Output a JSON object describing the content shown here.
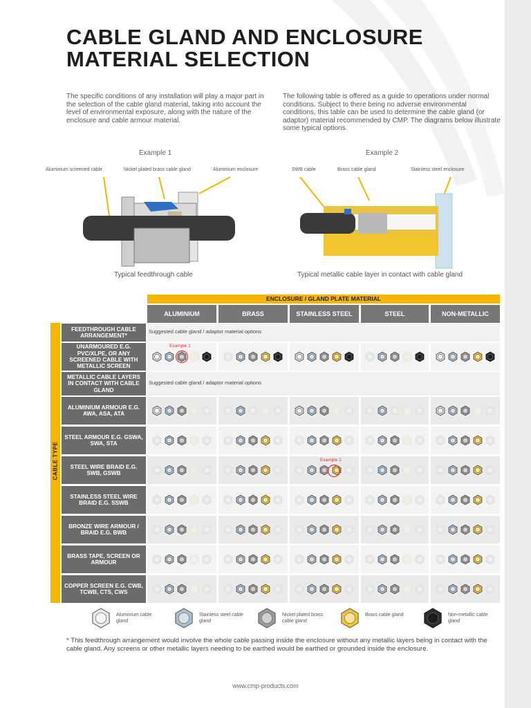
{
  "title_line1": "CABLE GLAND AND ENCLOSURE",
  "title_line2": "MATERIAL SELECTION",
  "intro_left": "The specific conditions of any installation will play a major part in the selection of the cable gland material, taking into account the level of environmental exposure, along with the nature of the enclosure and cable armour material.",
  "intro_right": "The following table is offered as a guide to operations under normal conditions. Subject to there being no adverse environmental conditions, this table can be used to determine the cable gland (or adaptor) material recommended by CMP. The diagrams below illustrate some typical options.",
  "example1": {
    "title": "Example 1",
    "labels": [
      "Aluminium screened cable",
      "Nickel plated brass cable gland",
      "Aluminium enclosure"
    ],
    "caption": "Typical feedthrough cable"
  },
  "example2": {
    "title": "Example 2",
    "labels": [
      "SWB cable",
      "Brass cable gland",
      "Stainless steel enclosure"
    ],
    "caption": "Typical metallic cable layer in contact with cable gland"
  },
  "table": {
    "enclosure_header": "ENCLOSURE / GLAND PLATE MATERIAL",
    "columns": [
      "ALUMINIUM",
      "BRASS",
      "STAINLESS STEEL",
      "STEEL",
      "NON-METALLIC"
    ],
    "cable_type_label": "CABLE TYPE",
    "feedthrough_label": "FEEDTHROUGH CABLE ARRANGEMENT*",
    "metallic_label": "METALLIC CABLE LAYERS IN CONTACT WITH CABLE GLAND",
    "suggested_note": "Suggested cable gland / adaptor material options",
    "example1_note": "Example 1",
    "example2_note": "Example 2",
    "rows": [
      {
        "label": "UNARMOURED E.G. PVC/XLPE, OR ANY SCREENED CABLE WITH METALLIC SCREEN",
        "cells": [
          [
            1,
            1,
            1,
            0,
            1
          ],
          [
            0,
            1,
            1,
            1,
            1
          ],
          [
            1,
            1,
            1,
            1,
            1
          ],
          [
            0,
            1,
            1,
            0,
            1
          ],
          [
            1,
            1,
            1,
            1,
            1
          ]
        ]
      },
      {
        "label": "ALUMINIUM ARMOUR E.G. AWA, ASA, ATA",
        "cells": [
          [
            1,
            1,
            1,
            0,
            0
          ],
          [
            0,
            1,
            0,
            0,
            0
          ],
          [
            1,
            1,
            1,
            0,
            0
          ],
          [
            0,
            1,
            0,
            0,
            0
          ],
          [
            1,
            1,
            1,
            0,
            0
          ]
        ]
      },
      {
        "label": "STEEL ARMOUR E.G. GSWA, SWA, STA",
        "cells": [
          [
            0,
            1,
            1,
            0,
            0
          ],
          [
            0,
            1,
            1,
            1,
            0
          ],
          [
            0,
            1,
            1,
            1,
            0
          ],
          [
            0,
            1,
            1,
            0,
            0
          ],
          [
            0,
            1,
            1,
            1,
            0
          ]
        ]
      },
      {
        "label": "STEEL WIRE BRAID E.G. SWB, GSWB",
        "cells": [
          [
            0,
            1,
            1,
            0,
            0
          ],
          [
            0,
            1,
            1,
            1,
            0
          ],
          [
            0,
            1,
            1,
            1,
            0
          ],
          [
            0,
            1,
            1,
            0,
            0
          ],
          [
            0,
            1,
            1,
            1,
            0
          ]
        ]
      },
      {
        "label": "STAINLESS STEEL WIRE BRAID E.G. SSWB",
        "cells": [
          [
            0,
            1,
            1,
            0,
            0
          ],
          [
            0,
            1,
            1,
            1,
            0
          ],
          [
            0,
            1,
            1,
            1,
            0
          ],
          [
            0,
            1,
            1,
            0,
            0
          ],
          [
            0,
            1,
            1,
            1,
            0
          ]
        ]
      },
      {
        "label": "BRONZE WIRE ARMOUR / BRAID E.G. BWB",
        "cells": [
          [
            0,
            1,
            1,
            0,
            0
          ],
          [
            0,
            1,
            1,
            1,
            0
          ],
          [
            0,
            1,
            1,
            1,
            0
          ],
          [
            0,
            1,
            1,
            0,
            0
          ],
          [
            0,
            1,
            1,
            1,
            0
          ]
        ]
      },
      {
        "label": "BRASS TAPE, SCREEN OR ARMOUR",
        "cells": [
          [
            0,
            1,
            1,
            0,
            0
          ],
          [
            0,
            1,
            1,
            1,
            0
          ],
          [
            0,
            1,
            1,
            1,
            0
          ],
          [
            0,
            1,
            1,
            0,
            0
          ],
          [
            0,
            1,
            1,
            1,
            0
          ]
        ]
      },
      {
        "label": "COPPER SCREEN E.G. CWB, TCWB, CTS, CWS",
        "cells": [
          [
            0,
            1,
            1,
            0,
            0
          ],
          [
            0,
            1,
            1,
            1,
            0
          ],
          [
            0,
            1,
            1,
            1,
            0
          ],
          [
            0,
            1,
            1,
            0,
            0
          ],
          [
            0,
            1,
            1,
            1,
            0
          ]
        ]
      }
    ]
  },
  "legend": [
    {
      "label": "Aluminium cable gland",
      "material": "aluminium"
    },
    {
      "label": "Stainless steel cable gland",
      "material": "stainless"
    },
    {
      "label": "Nickel plated brass cable gland",
      "material": "nickel"
    },
    {
      "label": "Brass cable gland",
      "material": "brass"
    },
    {
      "label": "Non-metallic cable gland",
      "material": "nonmetallic"
    }
  ],
  "colors": {
    "accent": "#f7b500",
    "aluminium": "#e6e6e6",
    "stainless": "#a9bfd0",
    "nickel": "#9a9a9a",
    "brass": "#f2c52e",
    "nonmetallic": "#2d2d2d"
  },
  "footnote": "* This feedthrough arrangement would involve the whole cable passing inside the enclosure without any metallic layers being in contact with the cable gland. Any screens or other metallic layers needing to be earthed would be earthed or grounded inside the enclosure.",
  "url": "www.cmp-products.com"
}
